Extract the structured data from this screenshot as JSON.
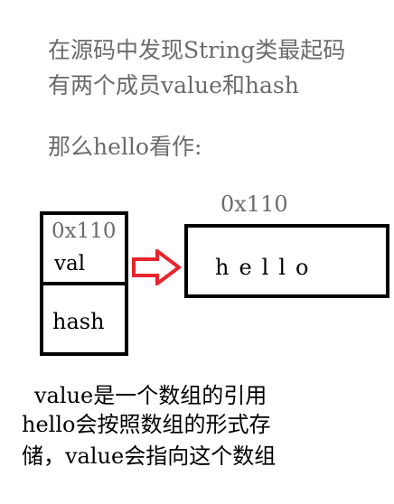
{
  "intro": {
    "line1": "在源码中发现String类最起码",
    "line2": "有两个成员value和hash"
  },
  "hello_heading": "那么hello看作:",
  "string_object": {
    "address": "0x110",
    "field_val": "val",
    "field_hash": "hash"
  },
  "char_array": {
    "address": "0x110",
    "content": "hello"
  },
  "note": {
    "line1": "value是一个数组的引用",
    "line2": "hello会按照数组的形式存",
    "line3": "储，value会指向这个数组"
  },
  "colors": {
    "gray_text": "#6b6b6b",
    "arrow": "#e8242c",
    "border": "#000000"
  },
  "icons": {
    "pointer": "right-arrow-icon"
  }
}
